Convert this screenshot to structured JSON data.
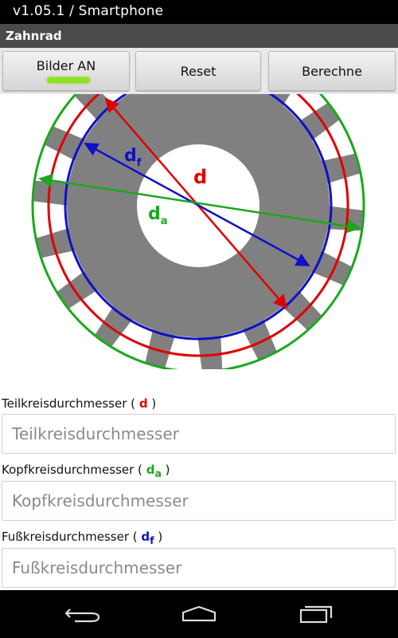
{
  "status_bar": {
    "title": "v1.05.1 / Smartphone"
  },
  "action_bar": {
    "title": "Zahnrad"
  },
  "buttons": {
    "bilder": "Bilder AN",
    "reset": "Reset",
    "berechne": "Berechne"
  },
  "diagram": {
    "label_d": "d",
    "label_da_main": "d",
    "label_da_sub": "a",
    "label_df_main": "d",
    "label_df_sub": "f"
  },
  "fields": [
    {
      "label": "Teilkreisdurchmesser (",
      "sym_main": "d",
      "sym_sub": "",
      "close": ")",
      "placeholder": "Teilkreisdurchmesser",
      "value": ""
    },
    {
      "label": "Kopfkreisdurchmesser (",
      "sym_main": "d",
      "sym_sub": "a",
      "close": ")",
      "placeholder": "Kopfkreisdurchmesser",
      "value": ""
    },
    {
      "label": "Fußkreisdurchmesser (",
      "sym_main": "d",
      "sym_sub": "f",
      "close": ")",
      "placeholder": "Fußkreisdurchmesser",
      "value": ""
    }
  ],
  "colors": {
    "d": "#e00000",
    "da": "#1aa81a",
    "df": "#1010c8",
    "gear": "#808080",
    "toggle_on": "#8ee21e"
  },
  "icons": {
    "back": "back-icon",
    "home": "home-icon",
    "recent": "recent-apps-icon"
  }
}
